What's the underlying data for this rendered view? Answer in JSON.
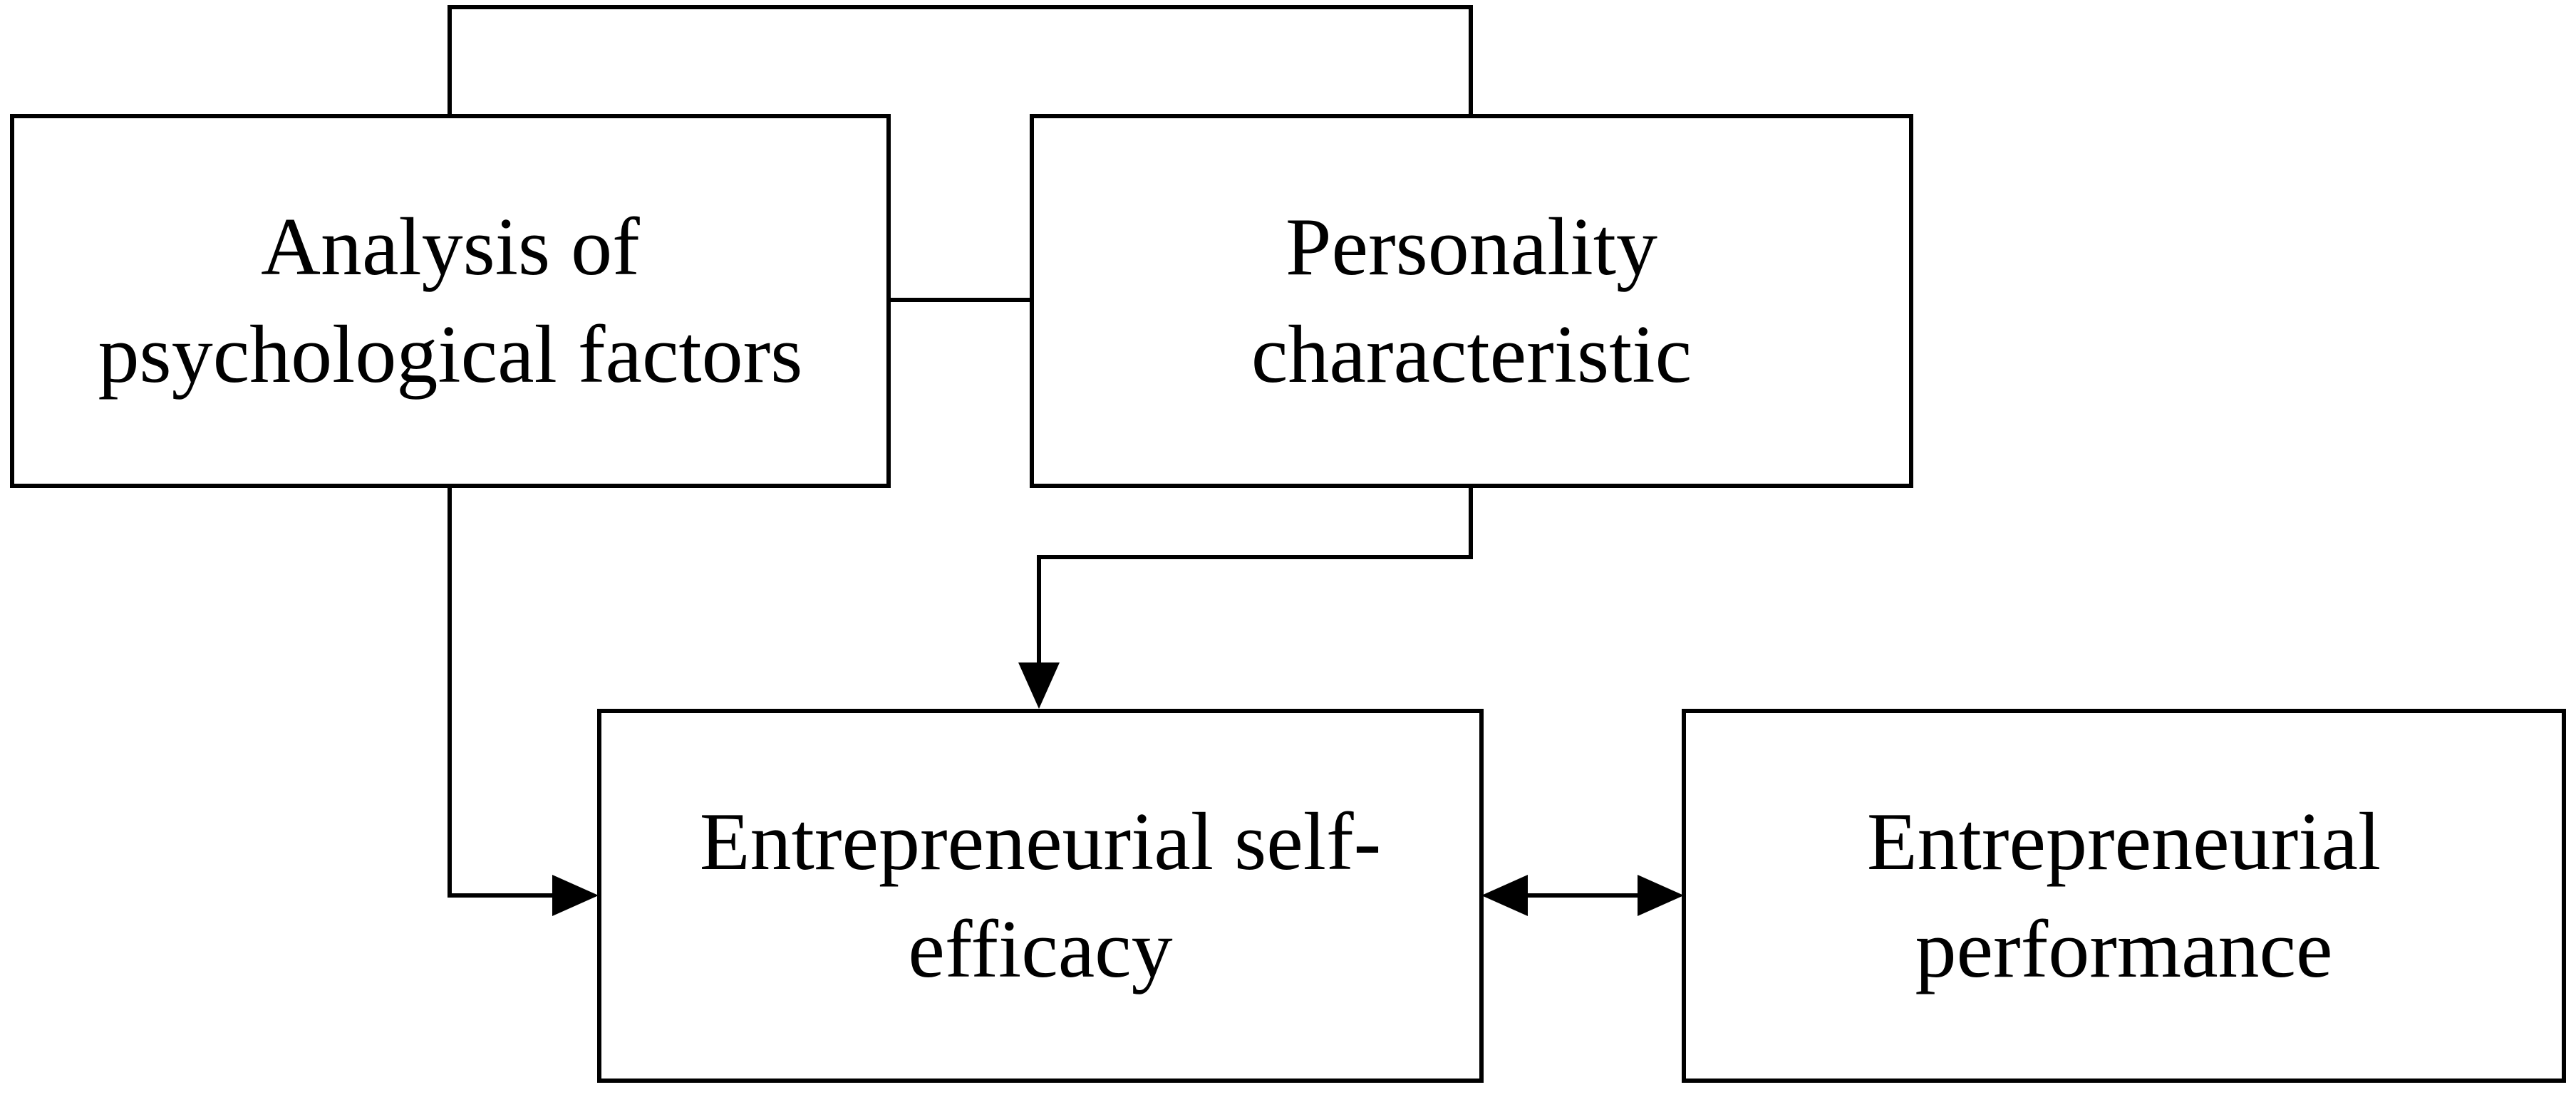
{
  "diagram": {
    "nodes": [
      {
        "id": "psych",
        "lines": [
          "Analysis of",
          "psychological factors"
        ]
      },
      {
        "id": "personality",
        "lines": [
          "Personality",
          "characteristic"
        ]
      },
      {
        "id": "efficacy",
        "lines": [
          "Entrepreneurial self-",
          "efficacy"
        ]
      },
      {
        "id": "performance",
        "lines": [
          "Entrepreneurial",
          "performance"
        ]
      }
    ],
    "edges": [
      {
        "from": "psych",
        "to": "personality",
        "kind": "undirected-top-bracket"
      },
      {
        "from": "psych",
        "to": "personality",
        "kind": "undirected"
      },
      {
        "from": "personality",
        "to": "efficacy",
        "kind": "arrow"
      },
      {
        "from": "psych",
        "to": "efficacy",
        "kind": "arrow"
      },
      {
        "from": "efficacy",
        "to": "performance",
        "kind": "bidirectional-arrow"
      }
    ]
  }
}
